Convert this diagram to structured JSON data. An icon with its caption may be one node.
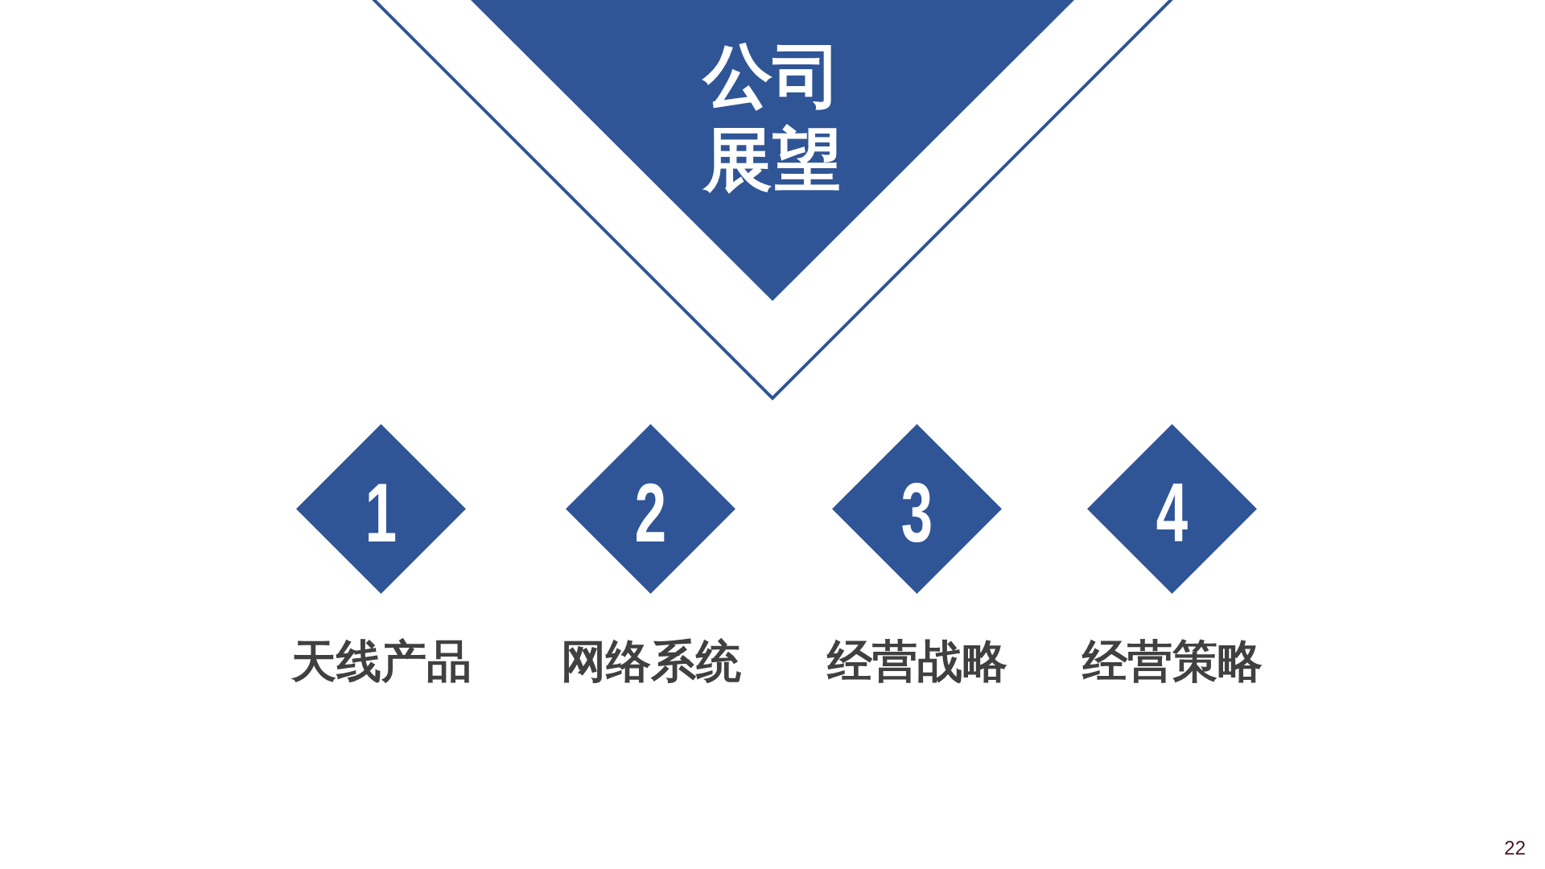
{
  "diagram": {
    "nodes": [
      {
        "text": [
          "公司展望"
        ]
      },
      {
        "text": [
          "1"
        ],
        "beside": [
          "天线产品"
        ]
      },
      {
        "text": [
          "2"
        ],
        "beside": [
          "网络系统"
        ]
      },
      {
        "text": [
          "3"
        ],
        "beside": [
          "经营战略"
        ]
      },
      {
        "text": [
          "4"
        ],
        "beside": [
          "经营策略"
        ]
      }
    ],
    "labels": [
      "22"
    ]
  }
}
